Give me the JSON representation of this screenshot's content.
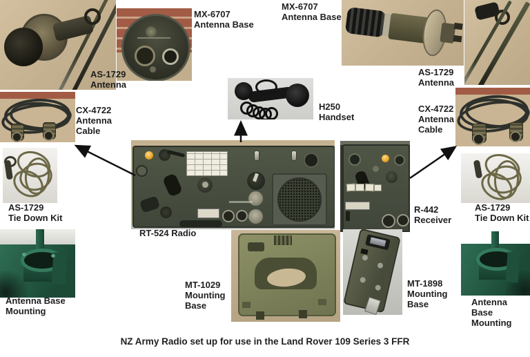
{
  "caption": "NZ Army Radio set up for use in the Land Rover 109 Series 3 FFR",
  "labels": {
    "mx6707_left": "MX-6707\nAntenna Base",
    "mx6707_right": "MX-6707\nAntenna Base",
    "as1729_antenna_left": "AS-1729\nAntenna",
    "as1729_antenna_right": "AS-1729\nAntenna",
    "cx4722_left": "CX-4722\nAntenna\nCable",
    "cx4722_right": "CX-4722\nAntenna\nCable",
    "h250": "H250\nHandset",
    "tiedown_left": "AS-1729\nTie Down Kit",
    "tiedown_right": "AS-1729\nTie Down Kit",
    "mount_left": "Antenna Base\nMounting",
    "mount_right": "Antenna Base\nMounting",
    "rt524": "RT-524 Radio",
    "r442": "R-442\nReceiver",
    "mt1029": "MT-1029\nMounting\nBase",
    "mt1898": "MT-1898\nMounting\nBase"
  },
  "colors": {
    "background": "#ffffff",
    "label_text": "#1f1f1f",
    "canvas_tan": "#c9b695",
    "brick_red": "#a25c45",
    "olive_panel": "#4b5241",
    "vehicle_green": "#2c6a52",
    "indicator_amber": "#e8a224",
    "arrow_black": "#111111"
  }
}
